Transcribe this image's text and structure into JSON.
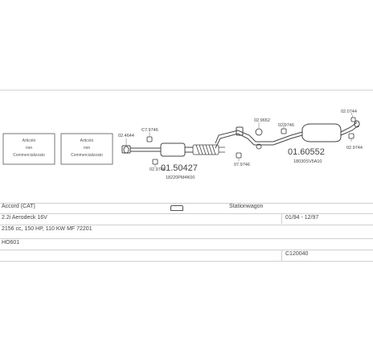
{
  "boxes": [
    {
      "lines": [
        "Articolo",
        "non",
        "Commercializzato"
      ]
    },
    {
      "lines": [
        "Articolo",
        "non",
        "Commercializzato"
      ]
    }
  ],
  "parts": {
    "p1": "02.4644",
    "p2": "C7.9746",
    "p3": "02.9746",
    "p4": "01.50427",
    "p4_sub": "18220PM4K00",
    "p5": "07.9746",
    "p6": "02.9652",
    "p7": "02.9746",
    "p8": "01.60552",
    "p8_sub": "18030SV5A10",
    "p9": "02.0744",
    "p10": "02.9744"
  },
  "table": {
    "model": "Accord (CAT)",
    "body": "Stationwagon",
    "engine": "2.2i Aerodeck 16V",
    "period": "01/94 - 12/97",
    "spec": "2156 cc, 150 HP, 110 KW MF 72201",
    "code1": "HO601",
    "code2": "C120040"
  }
}
